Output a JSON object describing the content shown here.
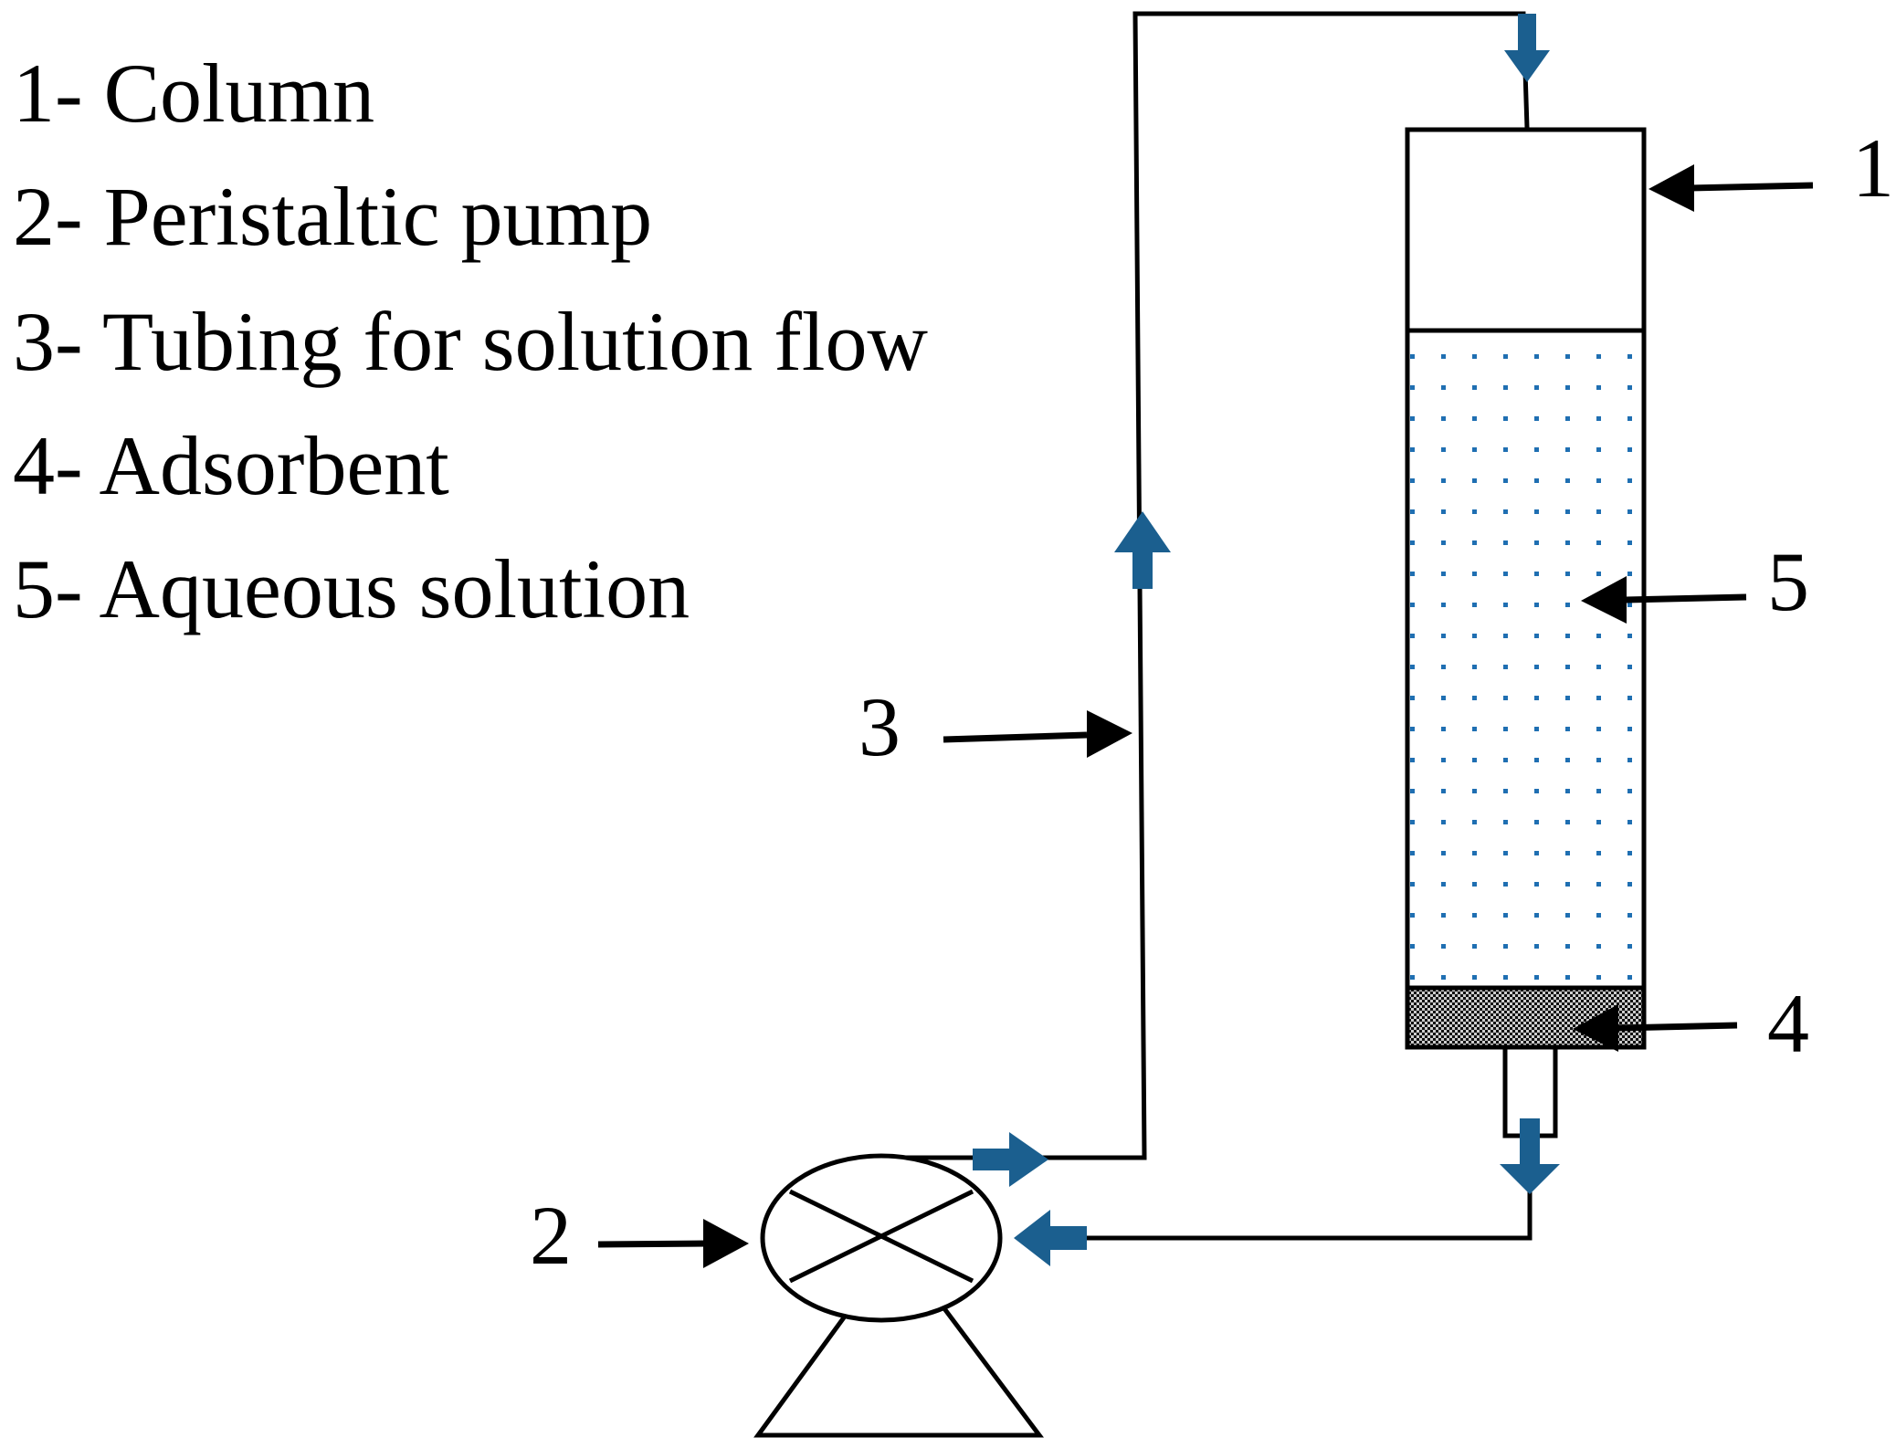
{
  "legend": {
    "items": [
      {
        "text": "1- Column"
      },
      {
        "text": "2- Peristaltic pump"
      },
      {
        "text": "3- Tubing for solution flow"
      },
      {
        "text": "4- Adsorbent"
      },
      {
        "text": "5- Aqueous solution"
      }
    ]
  },
  "callouts": {
    "column": "1",
    "pump": "2",
    "tubing": "3",
    "adsorbent": "4",
    "solution": "5"
  },
  "colors": {
    "line": "#000000",
    "flow_arrow": "#1b5f8f",
    "solution_dots": "#1f6fb2",
    "adsorbent_dark": "#111111",
    "adsorbent_light": "#cccccc",
    "background": "#ffffff"
  },
  "icons": {
    "flow_arrow": "flow-arrow-icon",
    "pump": "pump-icon"
  }
}
